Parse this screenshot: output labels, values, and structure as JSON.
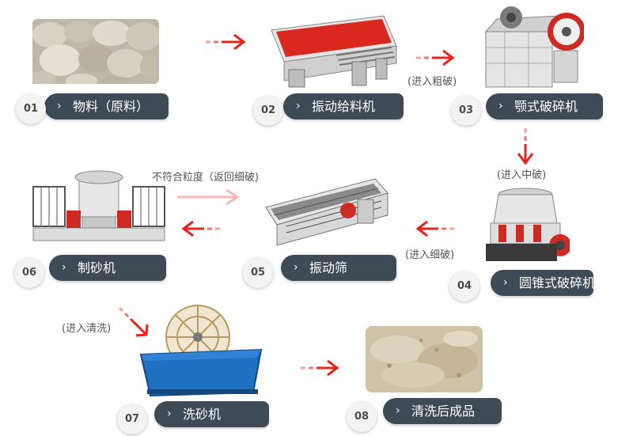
{
  "steps": [
    {
      "num": "01",
      "label": "物料（原料）"
    },
    {
      "num": "02",
      "label": "振动给料机"
    },
    {
      "num": "03",
      "label": "颚式破碎机"
    },
    {
      "num": "04",
      "label": "圆锥式破碎机"
    },
    {
      "num": "05",
      "label": "振动筛"
    },
    {
      "num": "06",
      "label": "制砂机"
    },
    {
      "num": "07",
      "label": "洗砂机"
    },
    {
      "num": "08",
      "label": "清洗后成品"
    }
  ],
  "annotations": {
    "coarse": "(进入粗破)",
    "medium": "(进入中破)",
    "fine": "(进入细破)",
    "return": "不符合粒度（返回细破)",
    "wash": "(进入清洗)"
  },
  "colors": {
    "accent": "#e8231b",
    "label_bg": "#3e4a56"
  },
  "icons": [
    "chevron-right-icon",
    "arrow-right-icon",
    "arrow-down-icon",
    "arrow-left-icon"
  ]
}
